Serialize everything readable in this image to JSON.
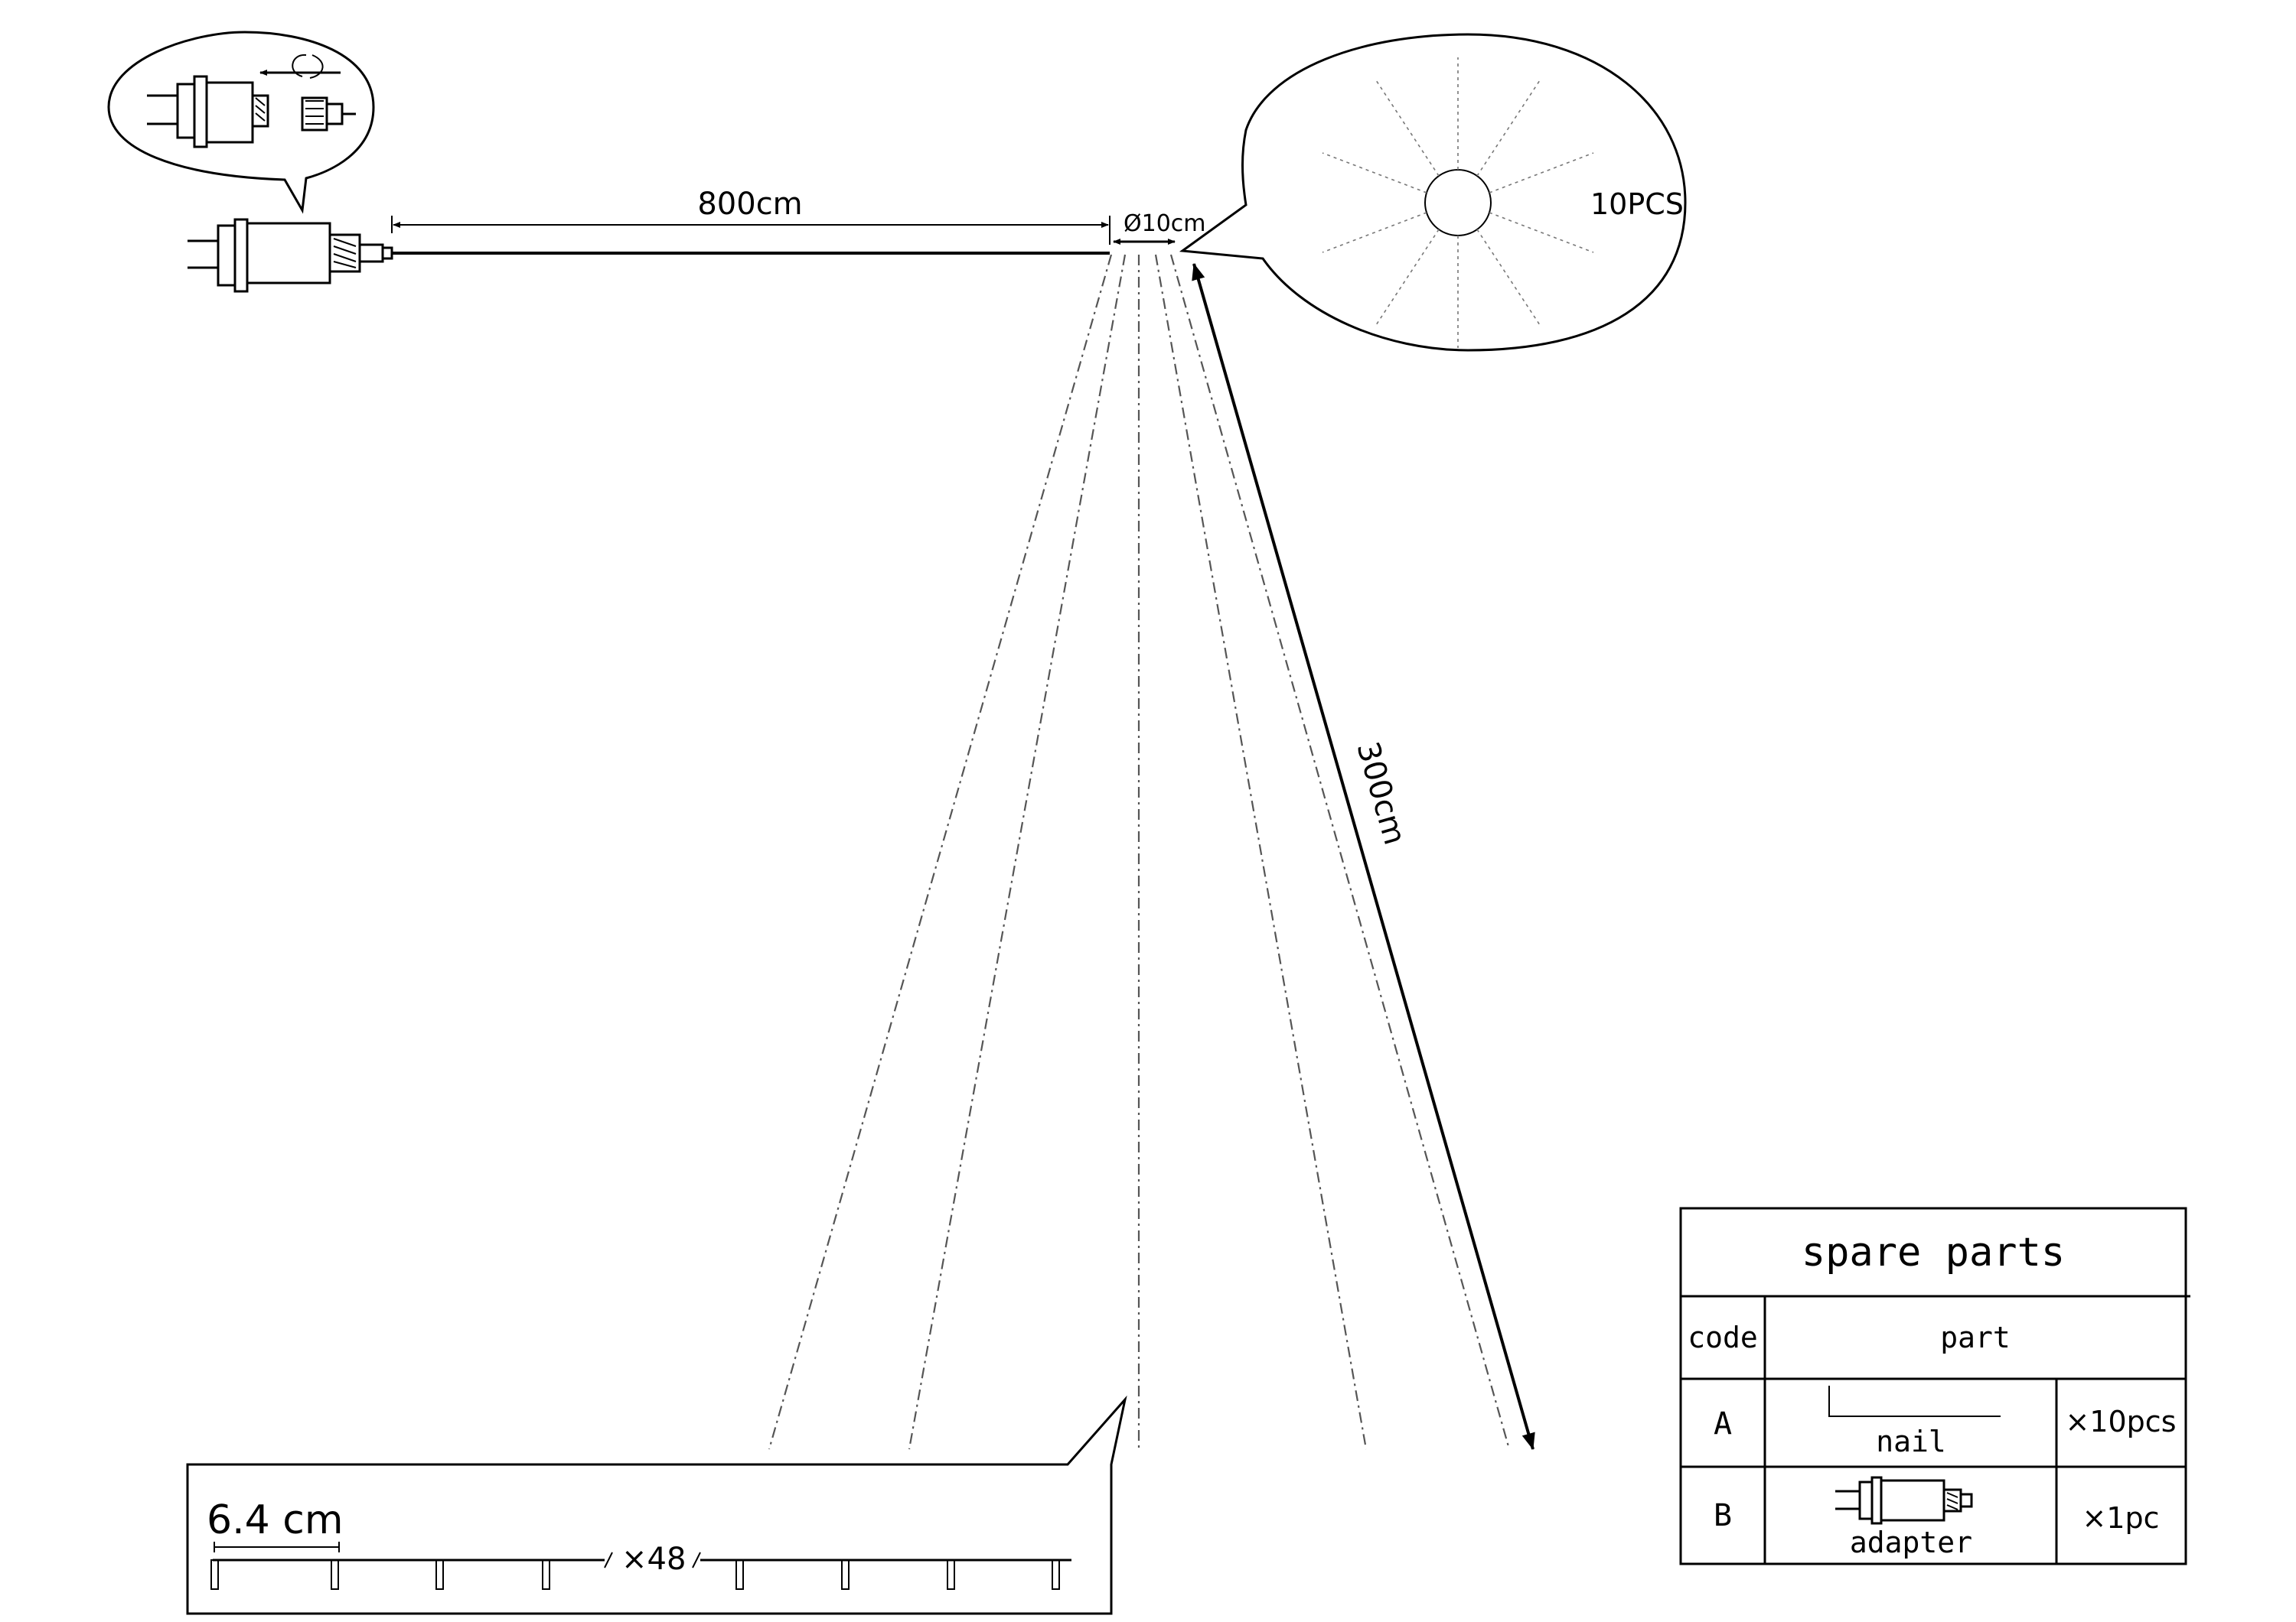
{
  "dimensions": {
    "lead_cable_length": "800cm",
    "ring_diameter": "Ø10cm",
    "strand_length": "300cm"
  },
  "top_view_callout": {
    "strand_count": "10PCS"
  },
  "led_detail_callout": {
    "led_spacing": "6.4 cm",
    "led_count": "×48"
  },
  "spare_parts_table": {
    "title": "spare parts",
    "header_code": "code",
    "header_part": "part",
    "rows": [
      {
        "code": "A",
        "part_label": "nail",
        "quantity": "×10pcs"
      },
      {
        "code": "B",
        "part_label": "adapter",
        "quantity": "×1pc"
      }
    ]
  }
}
